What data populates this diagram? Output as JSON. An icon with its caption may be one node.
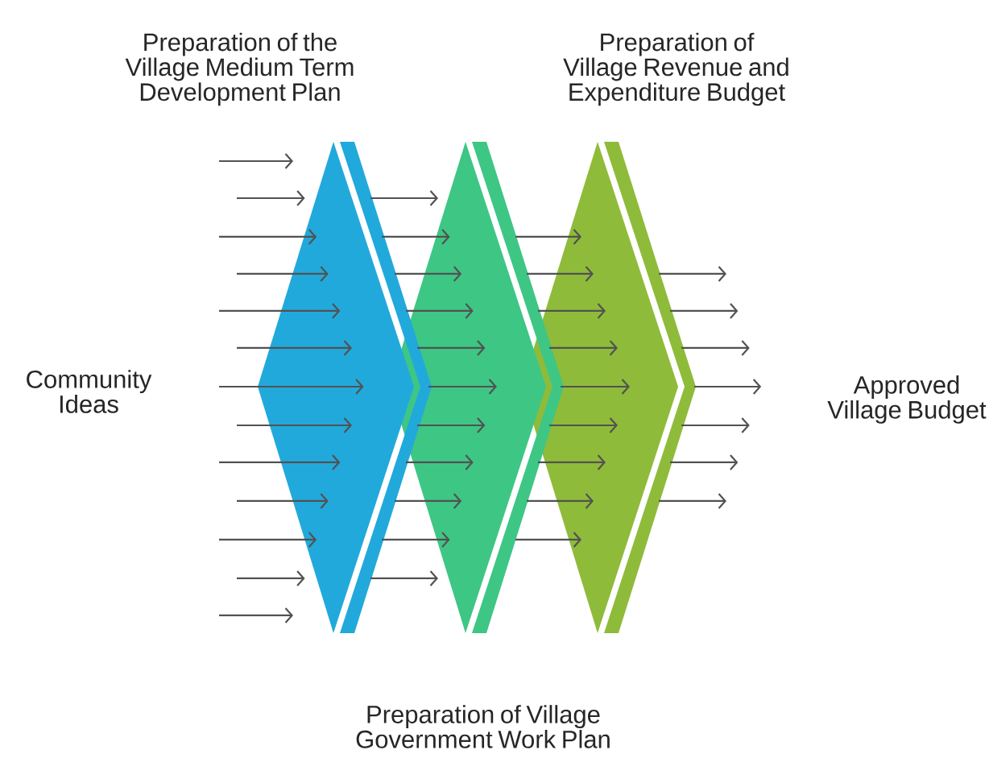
{
  "diagram": {
    "nodes": [
      {
        "text": [
          "Community Ideas"
        ]
      },
      {
        "text": [
          "Preparation of the Village Medium Term Development Plan"
        ]
      },
      {
        "text": [
          "Preparation of Village Government Work Plan"
        ]
      },
      {
        "text": [
          "Preparation of Village Revenue and Expenditure Budget"
        ]
      },
      {
        "text": [
          "Approved Village Budget"
        ]
      }
    ]
  }
}
